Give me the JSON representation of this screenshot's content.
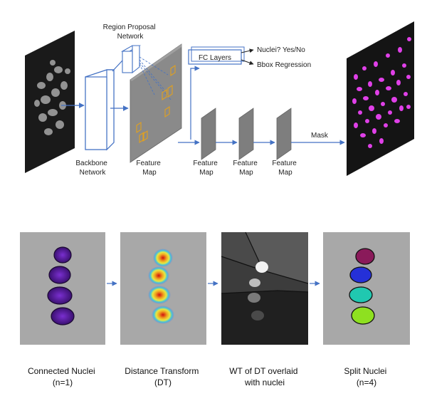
{
  "pipeline": {
    "region_proposal": [
      "Region Proposal",
      "Network"
    ],
    "backbone": [
      "Backbone",
      "Network"
    ],
    "fc_layers": "FC Layers",
    "outputs": [
      "Nuclei? Yes/No",
      "Bbox Regression"
    ],
    "feature_map": [
      "Feature",
      "Map"
    ],
    "mask": "Mask"
  },
  "postprocess": {
    "captions": [
      [
        "Connected Nuclei",
        "(n=1)"
      ],
      [
        "Distance Transform",
        "(DT)"
      ],
      [
        "WT of DT overlaid",
        "with nuclei"
      ],
      [
        "Split Nuclei",
        "(n=4)"
      ]
    ]
  },
  "colors": {
    "arrow": "#4472c4",
    "proposal_box": "#e0a020",
    "mask_nuclei": "#e040e8",
    "panel_bg": "#a8a8a8"
  }
}
